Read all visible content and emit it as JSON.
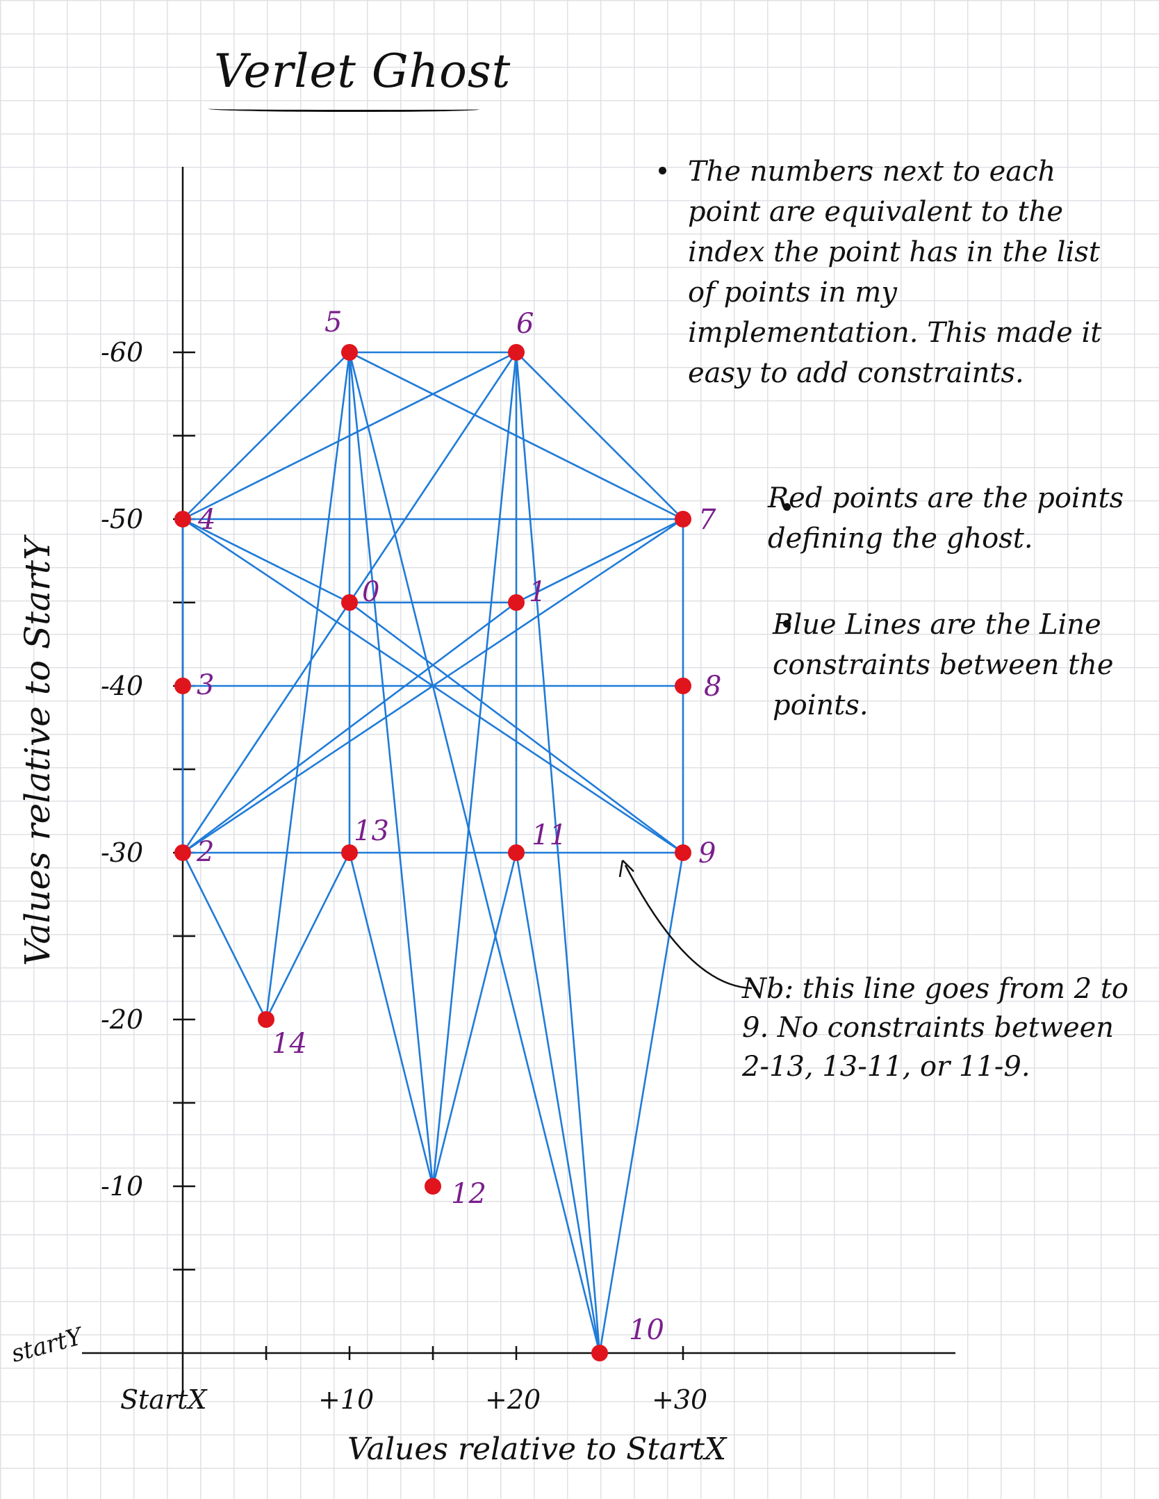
{
  "title": "Verlet Ghost",
  "notes": [
    "The numbers next to each point are equivalent to the index the point has in the list of points in my implementation. This made it easy to add constraints.",
    "Red points are the points defining the ghost.",
    "Blue Lines are the Line constraints between the points."
  ],
  "annotation": "Nb: this line goes from 2 to 9. No constraints between 2-13, 13-11, or 11-9.",
  "axes": {
    "x_title": "Values relative to StartX",
    "y_title": "Values relative to StartY",
    "x_ticks": [
      "StartX",
      "+10",
      "+20",
      "+30"
    ],
    "y_ticks": [
      "-10",
      "-20",
      "-30",
      "-40",
      "-50",
      "-60"
    ],
    "y_origin_label": "startY"
  },
  "colors": {
    "point": "#e0141d",
    "line": "#1f7bd8",
    "label": "#7a1f8c"
  },
  "points": [
    {
      "id": "0",
      "x": 10,
      "y": -45
    },
    {
      "id": "1",
      "x": 20,
      "y": -45
    },
    {
      "id": "2",
      "x": 0,
      "y": -30
    },
    {
      "id": "3",
      "x": 0,
      "y": -40
    },
    {
      "id": "4",
      "x": 0,
      "y": -50
    },
    {
      "id": "5",
      "x": 10,
      "y": -60
    },
    {
      "id": "6",
      "x": 20,
      "y": -60
    },
    {
      "id": "7",
      "x": 30,
      "y": -50
    },
    {
      "id": "8",
      "x": 30,
      "y": -40
    },
    {
      "id": "9",
      "x": 30,
      "y": -30
    },
    {
      "id": "10",
      "x": 25,
      "y": 0
    },
    {
      "id": "11",
      "x": 20,
      "y": -30
    },
    {
      "id": "12",
      "x": 15,
      "y": -10
    },
    {
      "id": "13",
      "x": 10,
      "y": -30
    },
    {
      "id": "14",
      "x": 5,
      "y": -20
    }
  ],
  "constraints": [
    [
      5,
      6
    ],
    [
      4,
      7
    ],
    [
      0,
      1
    ],
    [
      3,
      8
    ],
    [
      2,
      9
    ],
    [
      4,
      3
    ],
    [
      3,
      2
    ],
    [
      7,
      8
    ],
    [
      8,
      9
    ],
    [
      5,
      13
    ],
    [
      6,
      1
    ],
    [
      1,
      11
    ],
    [
      5,
      4
    ],
    [
      6,
      4
    ],
    [
      5,
      7
    ],
    [
      6,
      7
    ],
    [
      4,
      0
    ],
    [
      0,
      9
    ],
    [
      4,
      9
    ],
    [
      7,
      1
    ],
    [
      1,
      2
    ],
    [
      7,
      2
    ],
    [
      5,
      14
    ],
    [
      6,
      2
    ],
    [
      5,
      12
    ],
    [
      5,
      10
    ],
    [
      6,
      12
    ],
    [
      6,
      10
    ],
    [
      2,
      14
    ],
    [
      14,
      13
    ],
    [
      13,
      12
    ],
    [
      12,
      11
    ],
    [
      11,
      10
    ],
    [
      10,
      9
    ]
  ]
}
